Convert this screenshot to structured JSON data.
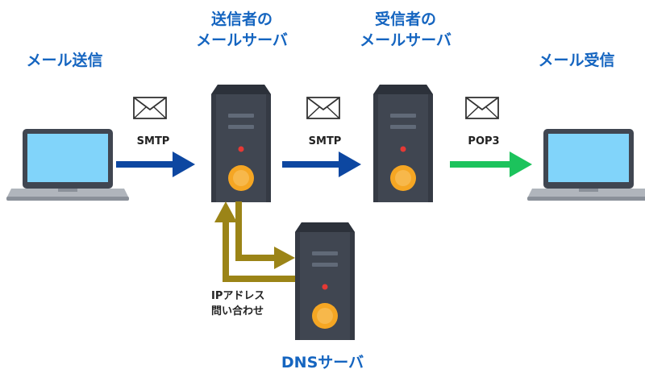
{
  "labels": {
    "send": "メール送信",
    "sender_server": "送信者の\nメールサーバ",
    "receiver_server": "受信者の\nメールサーバ",
    "receive": "メール受信",
    "dns_server": "DNSサーバ"
  },
  "protocols": {
    "smtp1": "SMTP",
    "smtp2": "SMTP",
    "pop3": "POP3"
  },
  "dns_query": "IPアドレス\n問い合わせ",
  "icons": {
    "envelope": "envelope-icon",
    "laptop": "laptop-icon",
    "server": "server-icon"
  },
  "colors": {
    "label_blue": "#1565c0",
    "arrow_blue": "#0d47a1",
    "arrow_green": "#1cc35c",
    "arrow_gold": "#9b8417",
    "server_body": "#404651",
    "server_dark": "#2c313a",
    "server_light": "#616a78",
    "server_button": "#f5a623",
    "screen": "#81d4fa"
  }
}
